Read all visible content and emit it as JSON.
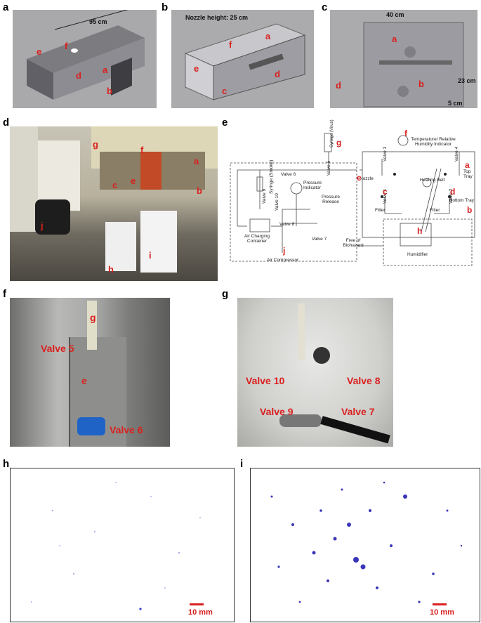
{
  "panels": [
    "a",
    "b",
    "c",
    "d",
    "e",
    "f",
    "g",
    "h",
    "i"
  ],
  "a": {
    "dim": "95 cm",
    "labels": [
      "a",
      "b",
      "d",
      "e",
      "f"
    ]
  },
  "b": {
    "title": "Nozzle height: 25 cm",
    "labels": [
      "a",
      "c",
      "d",
      "e",
      "f"
    ]
  },
  "c": {
    "dims": [
      "40 cm",
      "23 cm",
      "5 cm"
    ],
    "labels": [
      "a",
      "b",
      "d"
    ]
  },
  "d": {
    "labels": [
      "g",
      "f",
      "a",
      "e",
      "c",
      "b",
      "j",
      "h",
      "i"
    ]
  },
  "e": {
    "texts": {
      "syringe_virus": "Syringe (Virus)",
      "syringe_smoke": "Syringe (Smoke)",
      "valve1": "Valve 1",
      "valve2": "Valve 2",
      "valve3": "Valve 3",
      "valve4": "Valve 4",
      "valve5": "Valve 5",
      "valve6": "Valve 6",
      "valve7": "Valve 7",
      "valve8": "Valve 8",
      "valve9": "Valve 9",
      "valve10": "Valve 10",
      "pressure_indicator": "Pressure Indicator",
      "pressure_release": "Pressure Release",
      "nozzle": "Nozzle",
      "temp_indicator": "Temperature/ Relative Humidity Indicator",
      "heating_belt": "Heating Belt",
      "top_tray": "Top Tray",
      "bottom_tray": "Bottom Tray",
      "filter1": "Filter",
      "filter2": "Filter",
      "air_charging": "Air Charging Container",
      "air_compressor": "Air Compressor",
      "free_biohazard": "Free of Biohazard",
      "humidifier": "Humidifier"
    },
    "labels": [
      "g",
      "f",
      "e",
      "a",
      "c",
      "d",
      "b",
      "j",
      "h"
    ]
  },
  "f": {
    "labels": [
      "g",
      "Valve 5",
      "e",
      "Valve 6"
    ]
  },
  "g": {
    "labels": [
      "Valve 10",
      "Valve 8",
      "Valve 9",
      "Valve 7"
    ]
  },
  "h": {
    "scale": "10 mm"
  },
  "i": {
    "scale": "10 mm"
  }
}
